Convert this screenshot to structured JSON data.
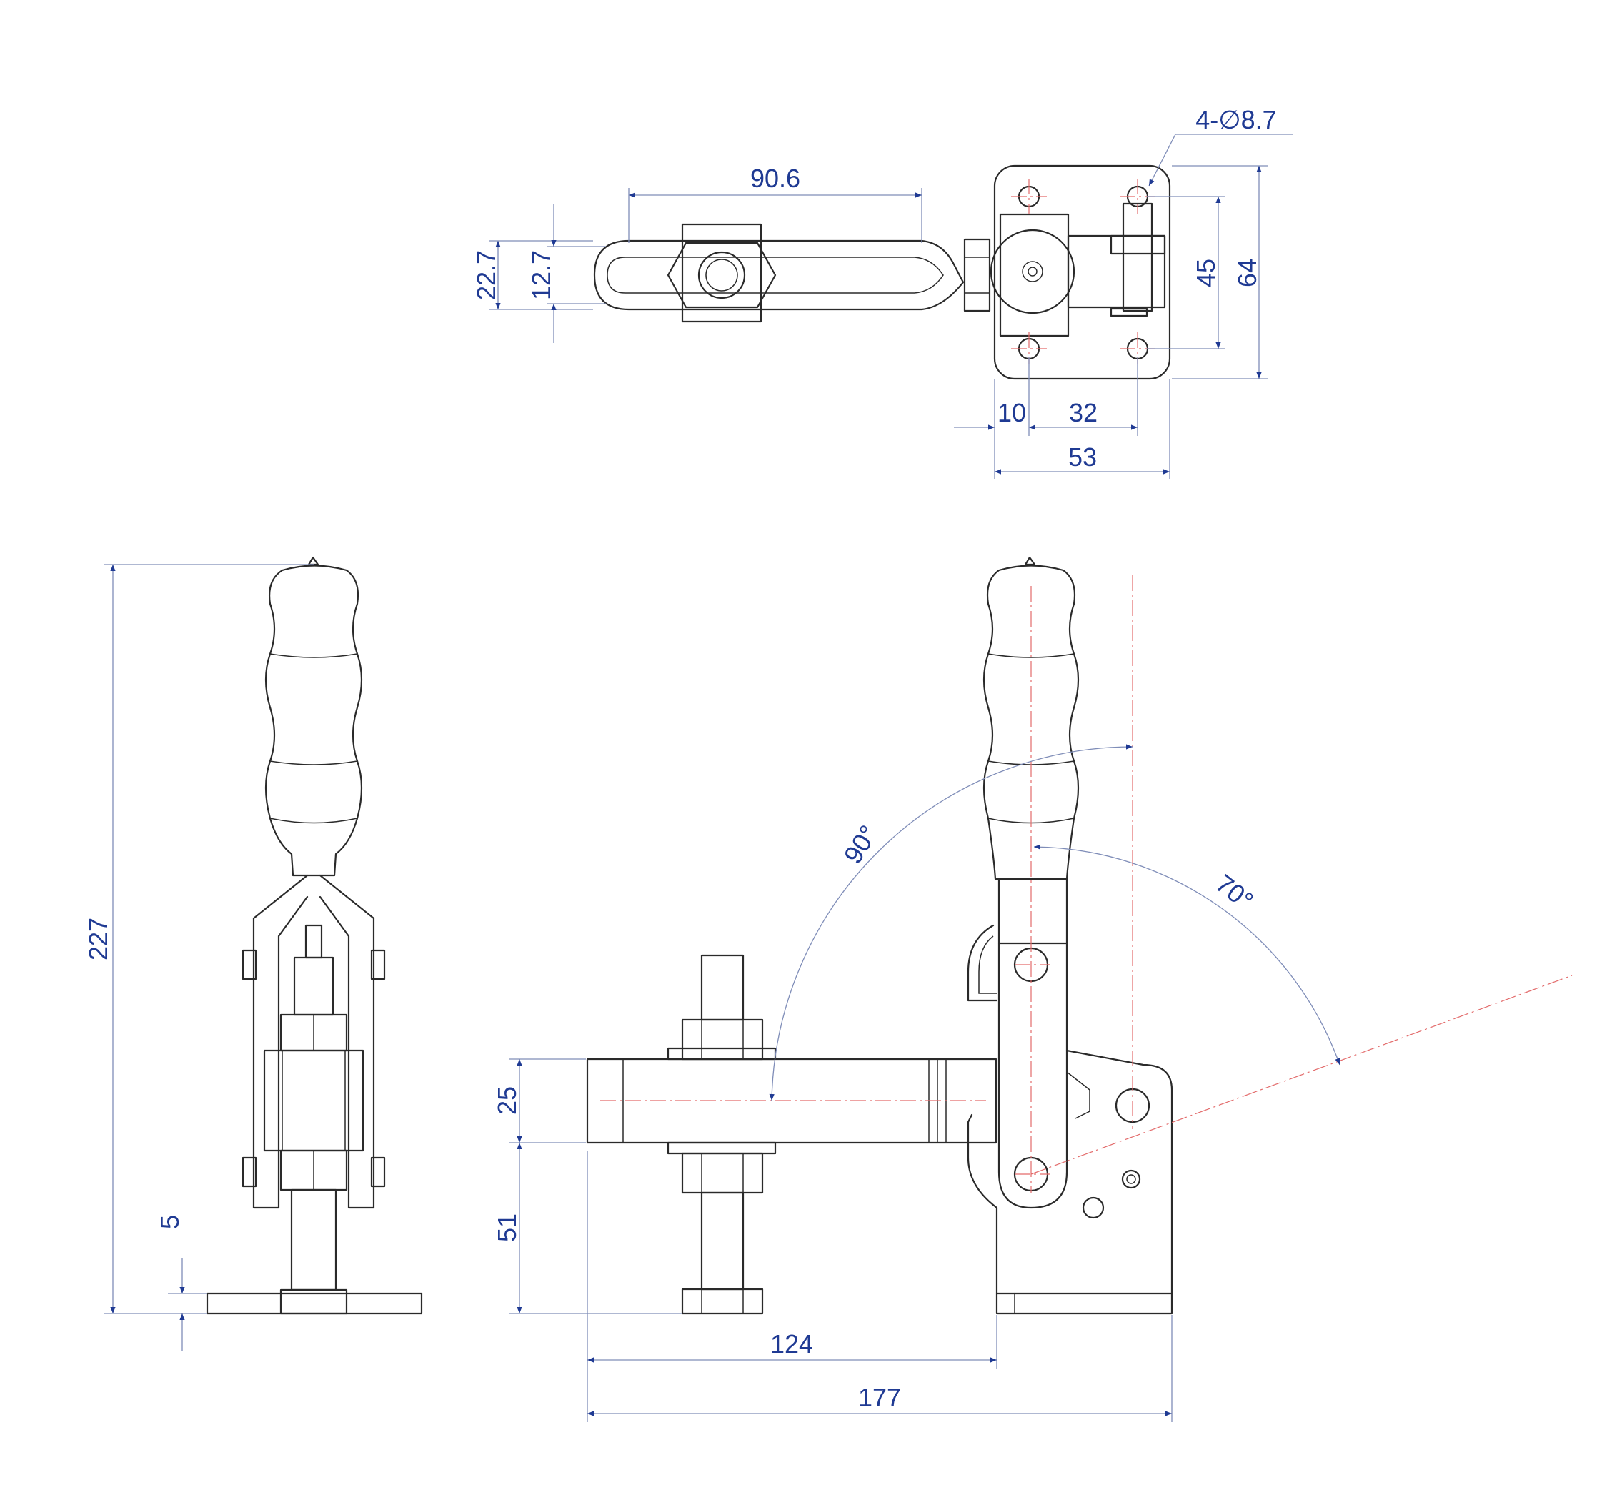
{
  "dimensions": {
    "handle_bar_length": "90.6",
    "handle_bar_width_outer": "22.7",
    "handle_bar_width_inner": "12.7",
    "holes_callout": "4-∅8.7",
    "hole_spacing_vertical": "45",
    "base_height": "64",
    "base_offset_10": "10",
    "hole_spacing_horizontal": "32",
    "base_width": "53",
    "overall_height": "227",
    "base_thickness": "5",
    "angle_open": "90°",
    "angle_handle": "70°",
    "arm_thickness": "25",
    "arm_height": "51",
    "reach": "124",
    "overall_length": "177"
  },
  "colors": {
    "outline": "#2a2a2a",
    "dimension_text": "#1f3a93",
    "dimension_line": "#7f8db8",
    "center_line": "#e36b6b"
  }
}
